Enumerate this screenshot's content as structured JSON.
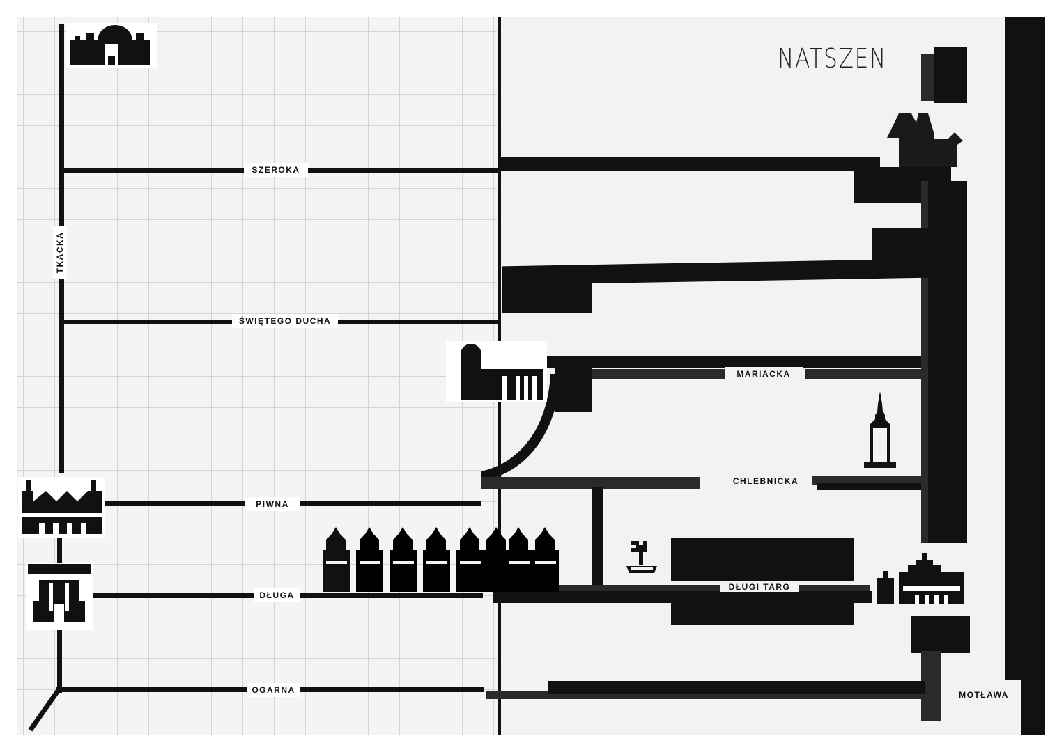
{
  "map": {
    "title": "NATSZEN",
    "colors": {
      "ink": "#111111",
      "paper": "#f2f2f2",
      "grid": "#d4d4d4"
    },
    "streets": {
      "szeroka": "SZEROKA",
      "tkacka": "TKACKA",
      "swietego_ducha": "ŚWIĘTEGO DUCHA",
      "piwna": "PIWNA",
      "dluga": "DŁUGA",
      "ogarna": "OGARNA",
      "mariacka": "MARIACKA",
      "chlebnicka": "CHLEBNICKA",
      "dlugi_targ": "DŁUGI TARG",
      "motlawa": "MOTŁAWA"
    },
    "landmarks": [
      "castle-icon",
      "armory-icon",
      "upland-gate-icon",
      "townhouses-icon",
      "church-icon",
      "town-hall-tower-icon",
      "neptune-fountain-icon",
      "green-gate-icon",
      "crane-icon"
    ]
  }
}
